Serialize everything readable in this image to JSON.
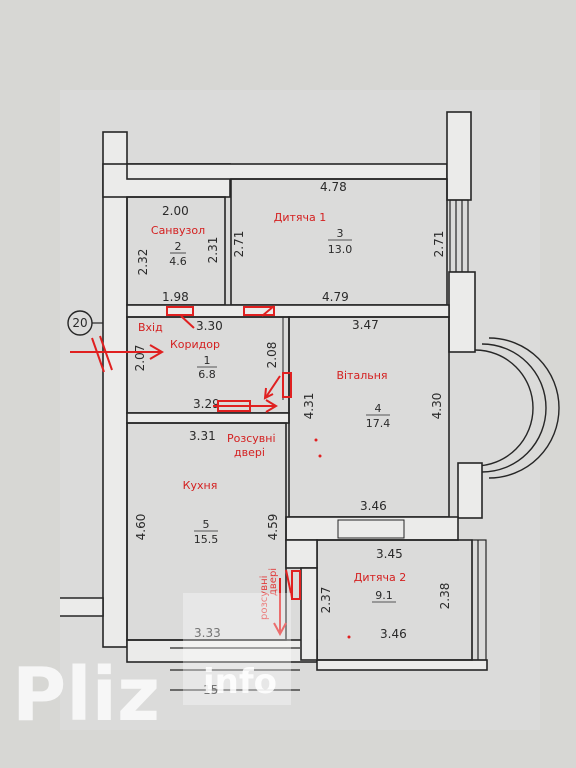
{
  "rooms": {
    "bathroom": {
      "name": "Санвузол",
      "number": "2",
      "area": "4.6"
    },
    "child1": {
      "name": "Дитяча 1",
      "number": "3",
      "area": "13.0"
    },
    "corridor": {
      "name": "Коридор",
      "number": "1",
      "area": "6.8"
    },
    "living": {
      "name": "Вітальня",
      "number": "4",
      "area": "17.4"
    },
    "kitchen": {
      "name": "Кухня",
      "number": "5",
      "area": "15.5"
    },
    "child2": {
      "name": "Дитяча 2",
      "number": "",
      "area": "9.1"
    }
  },
  "dimensions": {
    "d_200": "2.00",
    "d_478": "4.78",
    "d_232": "2.32",
    "d_231": "2.31",
    "d_271a": "2.71",
    "d_271b": "2.71",
    "d_198": "1.98",
    "d_479": "4.79",
    "d_330": "3.30",
    "d_347": "3.47",
    "d_207": "2.07",
    "d_208": "2.08",
    "d_329": "3.29",
    "d_331": "3.31",
    "d_431": "4.31",
    "d_430": "4.30",
    "d_460": "4.60",
    "d_459": "4.59",
    "d_346": "3.46",
    "d_345": "3.45",
    "d_237": "2.37",
    "d_238": "2.38",
    "d_346b": "3.46",
    "d_333": "3.33",
    "d_15": "15"
  },
  "axis_marker": "20",
  "annotations": {
    "entrance": "Вхід",
    "sliding_door_1_line1": "Розсувні",
    "sliding_door_1_line2": "двері",
    "sliding_door_2_line1": "розсувні",
    "sliding_door_2_line2": "двері"
  },
  "watermark": {
    "main": "Pliz",
    "info": "info"
  },
  "colors": {
    "paper": "#d9d9d6",
    "wall": "#262626",
    "wall_fill": "#ebebea",
    "annotation": "#e02020"
  }
}
